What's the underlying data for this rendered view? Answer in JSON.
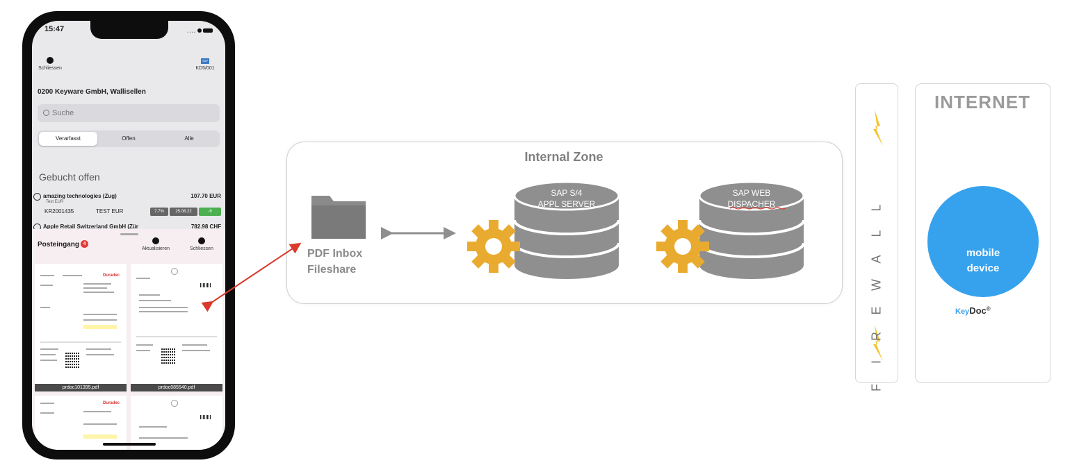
{
  "phone": {
    "time": "15:47",
    "close_label": "Schliessen",
    "right_top_label": "KD5/001",
    "company": "0200 Keyware GmbH, Wallisellen",
    "search_placeholder": "Suche",
    "segments": [
      "Verarfasst",
      "Offen",
      "Alle"
    ],
    "section_title": "Gebucht offen",
    "row1": {
      "name": "amazing technologies (Zug)",
      "amount": "107.70 EUR",
      "sub": "Test EUR",
      "id": "KR2001435",
      "desc": "TEST EUR",
      "chip1": "7.7%",
      "chip2": "25.08.22",
      "chip3": "-9"
    },
    "row2": {
      "name": "Apple Retail Switzerland GmbH (Zür",
      "amount": "782.98 CHF"
    },
    "sheet": {
      "title": "Posteingang",
      "badge": "4",
      "refresh_label": "Aktualisieren",
      "close_label": "Schliessen",
      "files": [
        "prdoc101395.pdf",
        "prdoc085540.pdf"
      ],
      "thumb_brand": "Duradec"
    }
  },
  "diagram": {
    "zone_title": "Internal Zone",
    "pdf_inbox": [
      "PDF Inbox",
      "Fileshare"
    ],
    "db1": [
      "SAP S/4",
      "APPL SERVER"
    ],
    "db2": [
      "SAP WEB",
      "DISPACHER"
    ],
    "firewall": "FIREWALL",
    "internet": "INTERNET",
    "mobile": [
      "mobile",
      "device"
    ],
    "brand_key": "Key",
    "brand_doc": "Doc",
    "brand_reg": "®",
    "colors": {
      "gear": "#e9ab2f",
      "db": "#8f8f8f",
      "mobile": "#36a2ee",
      "arrow": "#d93a2b",
      "lightning": "#f3c431"
    }
  }
}
